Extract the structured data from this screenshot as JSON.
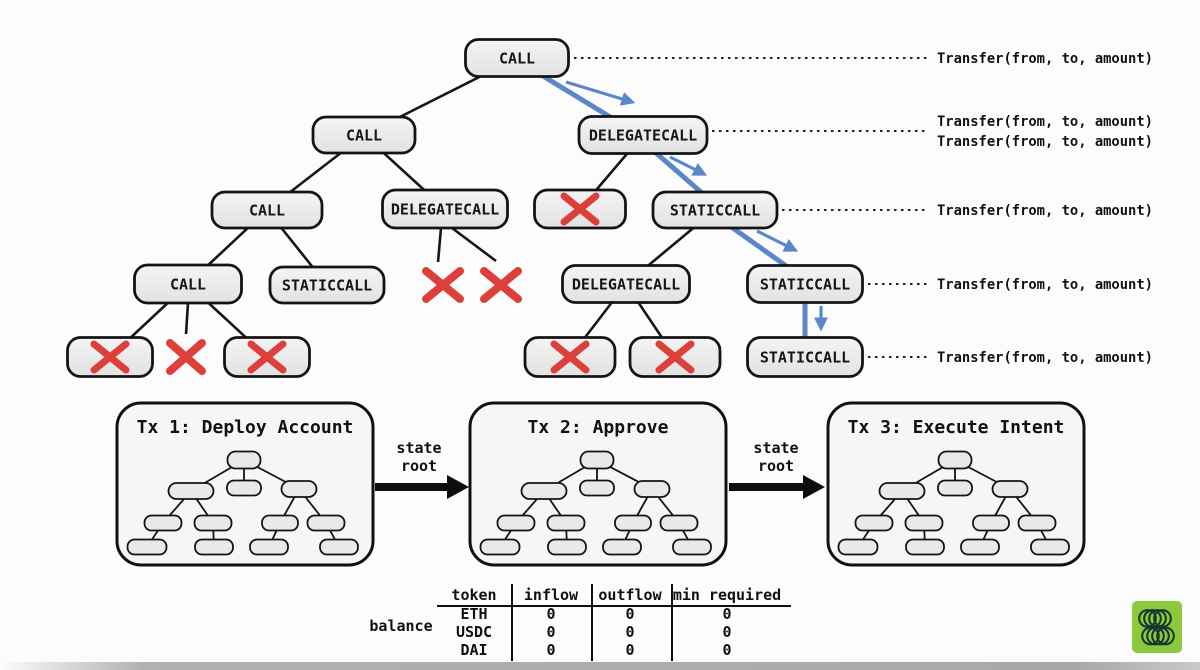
{
  "diagram": {
    "call_labels": {
      "root": "CALL",
      "l2_call": "CALL",
      "l2_delegatecall": "DELEGATECALL",
      "l3_call": "CALL",
      "l3_delegatecall": "DELEGATECALL",
      "l3_staticcall": "STATICCALL",
      "l4_call": "CALL",
      "l4_staticcall_left": "STATICCALL",
      "l4_delegatecall": "DELEGATECALL",
      "l4_staticcall_right": "STATICCALL",
      "l5_staticcall": "STATICCALL"
    },
    "transfer_annotations": [
      "Transfer(from, to, amount)",
      "Transfer(from, to, amount)",
      "Transfer(from, to, amount)",
      "Transfer(from, to, amount)",
      "Transfer(from, to, amount)",
      "Transfer(from, to, amount)"
    ]
  },
  "transactions": {
    "boxes": [
      {
        "title": "Tx 1: Deploy Account"
      },
      {
        "title": "Tx 2: Approve"
      },
      {
        "title": "Tx 3: Execute Intent"
      }
    ],
    "arrows": [
      {
        "line1": "state",
        "line2": "root"
      },
      {
        "line1": "state",
        "line2": "root"
      }
    ]
  },
  "balance_table": {
    "row_label": "balance",
    "columns": [
      "token",
      "inflow",
      "outflow",
      "min required"
    ],
    "rows": [
      {
        "token": "ETH",
        "inflow": "0",
        "outflow": "0",
        "min": "0"
      },
      {
        "token": "USDC",
        "inflow": "0",
        "outflow": "0",
        "min": "0"
      },
      {
        "token": "DAI",
        "inflow": "0",
        "outflow": "0",
        "min": "0"
      }
    ]
  },
  "colors": {
    "path_blue": "#5b87c8",
    "fail_red": "#dd3f3a",
    "node_fill": "#ececec",
    "edge_black": "#141414",
    "logo_green": "#8cc93c",
    "logo_dark": "#17382e"
  }
}
